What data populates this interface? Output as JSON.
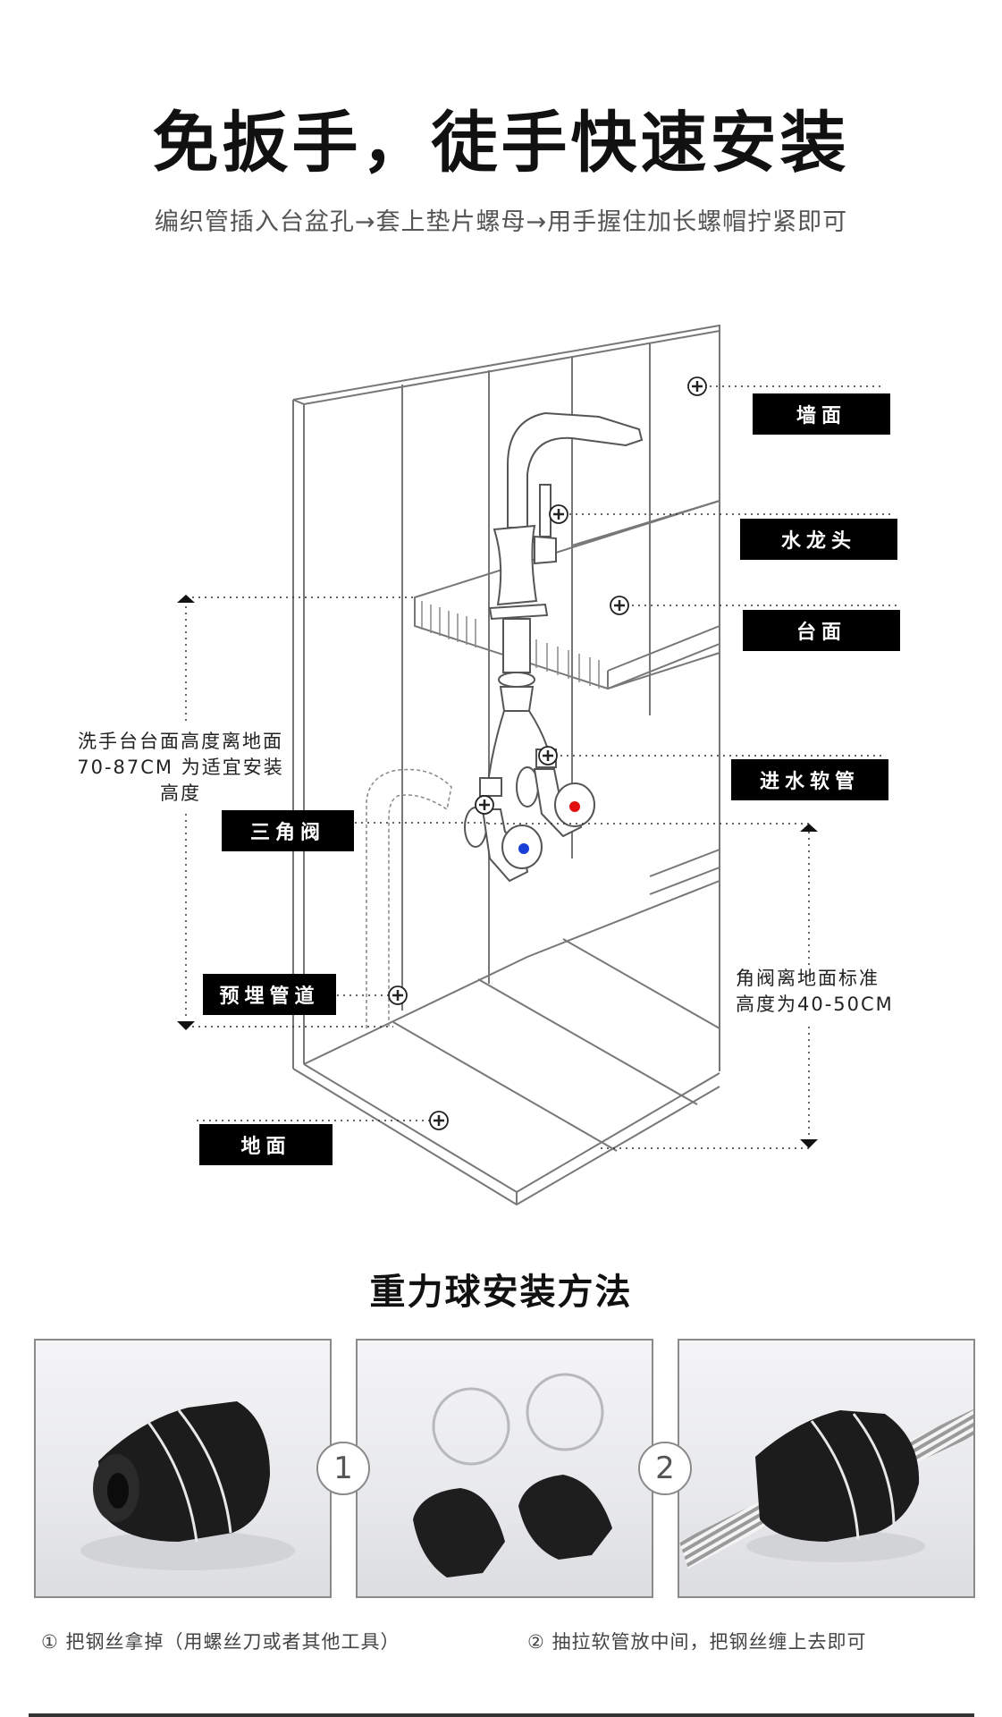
{
  "header": {
    "title": "免扳手，徒手快速安装",
    "subtitle": "编织管插入台盆孔→套上垫片螺母→用手握住加长螺帽拧紧即可"
  },
  "diagram": {
    "labels": {
      "wall": "墙面",
      "faucet": "水龙头",
      "countertop": "台面",
      "inlet_hose": "进水软管",
      "angle_valve": "三角阀",
      "embedded_pipe": "预埋管道",
      "floor": "地面"
    },
    "notes": {
      "counter_height_line1": "洗手台台面高度离地面",
      "counter_height_line2": "70-87CM 为适宜安装",
      "counter_height_line3": "高度",
      "valve_height_line1": "角阀离地面标准",
      "valve_height_line2": "高度为40-50CM"
    },
    "valve_colors": {
      "cold": "#1a3fd6",
      "hot": "#e01010"
    }
  },
  "gravity_ball": {
    "title": "重力球安装方法",
    "steps": [
      {
        "number": "1"
      },
      {
        "number": "2"
      }
    ],
    "captions": [
      "① 把钢丝拿掉（用螺丝刀或者其他工具）",
      "② 抽拉软管放中间，把钢丝缠上去即可"
    ]
  }
}
